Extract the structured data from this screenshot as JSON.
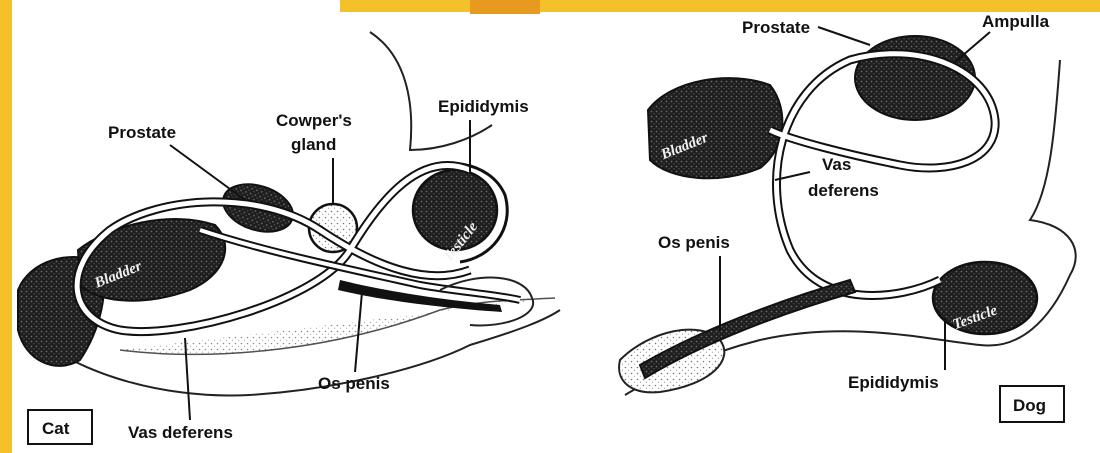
{
  "panels": {
    "cat": {
      "tag": "Cat",
      "labels": {
        "prostate": "Prostate",
        "cowpers_gland": "Cowper's",
        "cowpers_gland_2": "gland",
        "epididymis": "Epididymis",
        "os_penis": "Os penis",
        "vas_deferens": "Vas deferens"
      },
      "organs": {
        "bladder": "Bladder",
        "testicle": "Testicle"
      }
    },
    "dog": {
      "tag": "Dog",
      "labels": {
        "prostate": "Prostate",
        "ampulla": "Ampulla",
        "vas_deferens": "Vas",
        "vas_deferens_2": "deferens",
        "os_penis": "Os penis",
        "epididymis": "Epididymis"
      },
      "organs": {
        "bladder": "Bladder",
        "testicle": "Testicle"
      }
    }
  },
  "colors": {
    "frame": "#f5c12a",
    "ink": "#111111",
    "tissue": "#2a2a2a"
  }
}
